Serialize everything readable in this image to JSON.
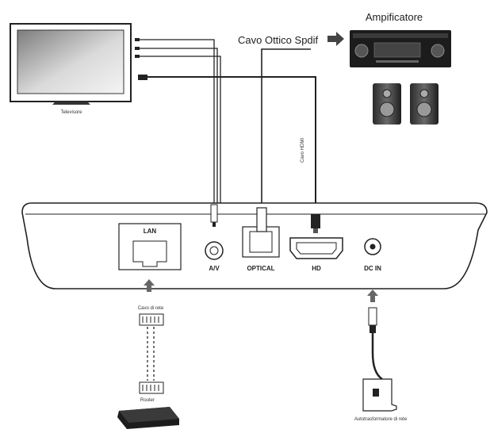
{
  "devices": {
    "tv_label": "Televisore",
    "amplifier_label": "Ampificatore",
    "router_label": "Router",
    "power_adapter_label": "Autotrasformatore di rete"
  },
  "cables": {
    "optical_label": "Cavo Ottico Spdif",
    "hdmi_label": "Cavo HDMI",
    "network_label": "Cavo di rete"
  },
  "ports": {
    "lan": "LAN",
    "av": "A/V",
    "optical": "OPTICAL",
    "hd": "HD",
    "dc_in": "DC IN"
  },
  "colors": {
    "line": "#222222",
    "screen_light": "#e4e4e4",
    "screen_dark": "#7a7a7a",
    "device_dark": "#1c1c1c"
  }
}
